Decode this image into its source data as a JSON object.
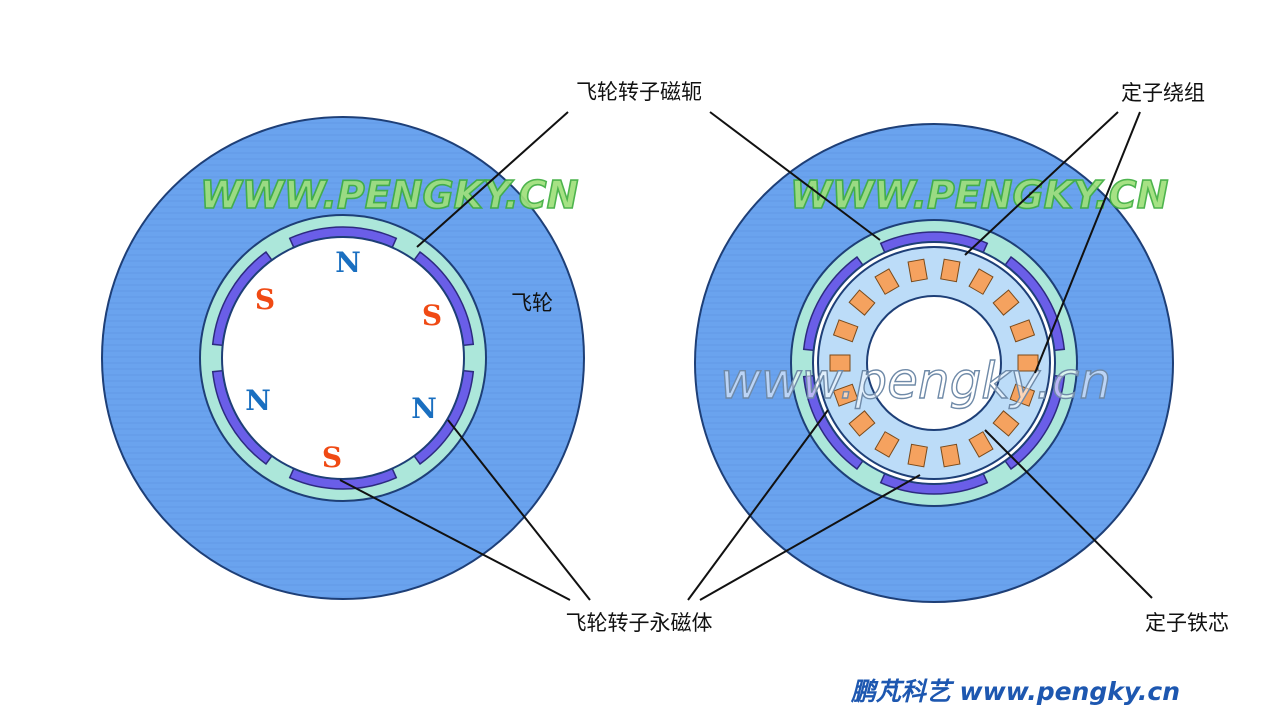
{
  "labels": {
    "rotor_yoke": "飞轮转子磁轭",
    "stator_winding": "定子绕组",
    "flywheel": "飞轮",
    "rotor_magnets": "飞轮转子永磁体",
    "stator_core": "定子铁芯"
  },
  "poles": [
    {
      "text": "N",
      "color": "#1a6fc0"
    },
    {
      "text": "S",
      "color": "#f04a14"
    },
    {
      "text": "S",
      "color": "#f04a14"
    },
    {
      "text": "N",
      "color": "#1a6fc0"
    },
    {
      "text": "N",
      "color": "#1a6fc0"
    },
    {
      "text": "S",
      "color": "#f04a14"
    }
  ],
  "watermarks": {
    "upper": "WWW.PENGKY.CN",
    "lower": "www.pengky.cn"
  },
  "brand": {
    "text": "鹏芃科艺 www.pengky.cn"
  },
  "colors": {
    "flywheel": "#6aa3ee",
    "flywheel_edge": "#1e3f77",
    "yoke": "#ace7da",
    "magnet": "#6a5ee8",
    "stator_core": "#bcdcf8",
    "stator_tooth": "#f5a25f"
  }
}
